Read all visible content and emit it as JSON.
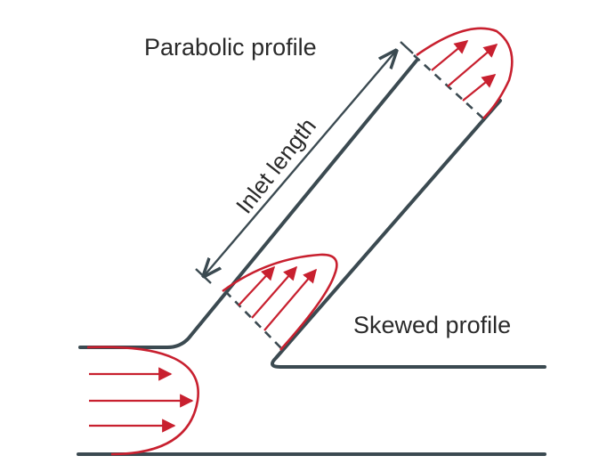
{
  "labels": {
    "parabolic_profile": "Parabolic profile",
    "inlet_length": "Inlet length",
    "skewed_profile": "Skewed profile"
  },
  "colors": {
    "pipe": "#3b4a51",
    "flow": "#c8202f",
    "text": "#2a2a2a"
  }
}
